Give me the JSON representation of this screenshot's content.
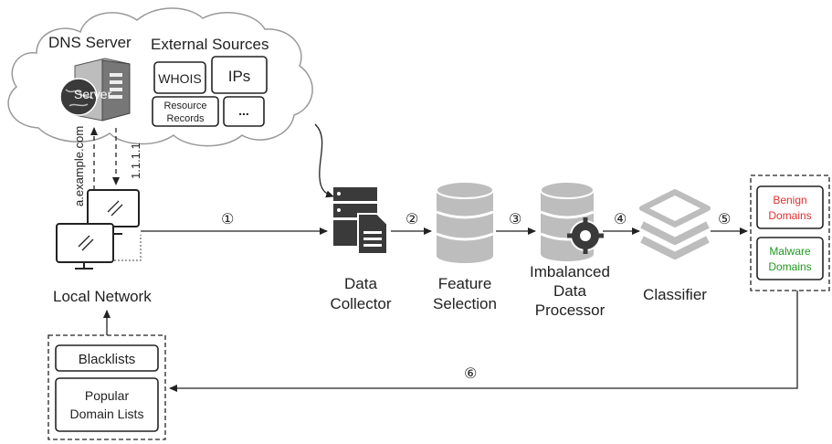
{
  "cloud": {
    "dns_server_label": "DNS Server",
    "external_sources_label": "External Sources",
    "server_badge": "Server",
    "sources": [
      "WHOIS",
      "IPs",
      "Resource",
      "Records",
      "..."
    ]
  },
  "dns_query": {
    "query_label": "a.example.com",
    "response_label": "1.1.1.1"
  },
  "local_network_label": "Local Network",
  "lists_box": {
    "blacklists": "Blacklists",
    "popular_line1": "Popular",
    "popular_line2": "Domain Lists"
  },
  "steps": [
    "①",
    "②",
    "③",
    "④",
    "⑤",
    "⑥"
  ],
  "pipeline": {
    "data_collector": [
      "Data",
      "Collector"
    ],
    "feature_selection": [
      "Feature",
      "Selection"
    ],
    "imbalanced_processor": [
      "Imbalanced",
      "Data",
      "Processor"
    ],
    "classifier": [
      "Classifier"
    ]
  },
  "results": {
    "benign": [
      "Benign",
      "Domains"
    ],
    "malware": [
      "Malware",
      "Domains"
    ],
    "benign_color": "#e03030",
    "malware_color": "#229922"
  },
  "colors": {
    "icon_dark": "#3a3a3a",
    "icon_gray": "#bdbdbd",
    "line": "#222222"
  }
}
